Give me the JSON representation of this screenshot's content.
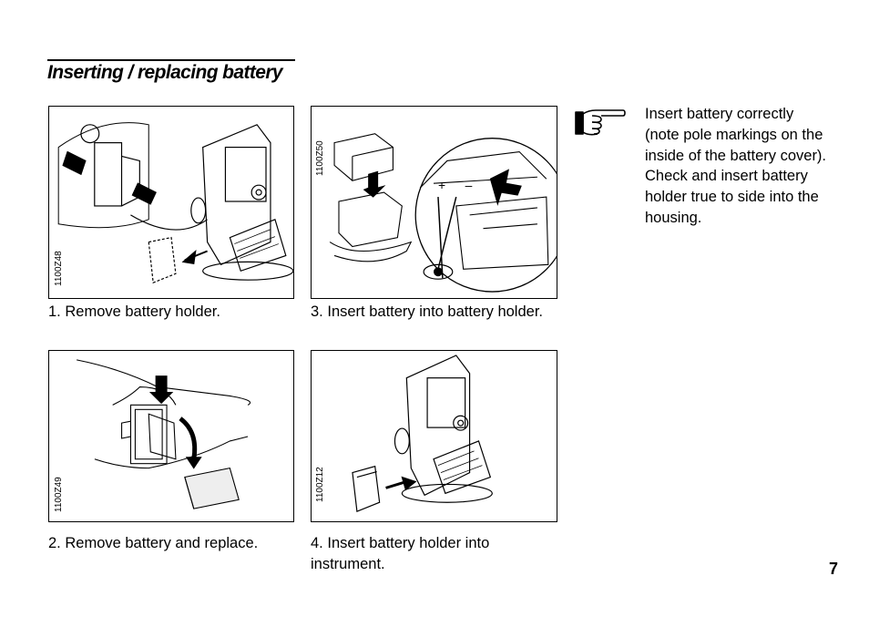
{
  "page": {
    "title": "Inserting / replacing battery",
    "page_number": "7"
  },
  "figures": [
    {
      "code": "1100Z48",
      "caption_number": "1.",
      "caption_text": "Remove battery holder."
    },
    {
      "code": "1100Z49",
      "caption_number": "2.",
      "caption_text": "Remove battery and replace."
    },
    {
      "code": "1100Z50",
      "caption_number": "3.",
      "caption_text": "Insert battery into battery holder."
    },
    {
      "code": "1100Z12",
      "caption_number": "4.",
      "caption_text": "Insert battery holder into instrument."
    }
  ],
  "note": {
    "icon": "pointing-hand-icon",
    "text": "Insert battery correctly (note pole markings on the inside of the battery cover). Check and insert battery holder true to side into the housing."
  },
  "pole_marks": [
    "+",
    "–"
  ]
}
